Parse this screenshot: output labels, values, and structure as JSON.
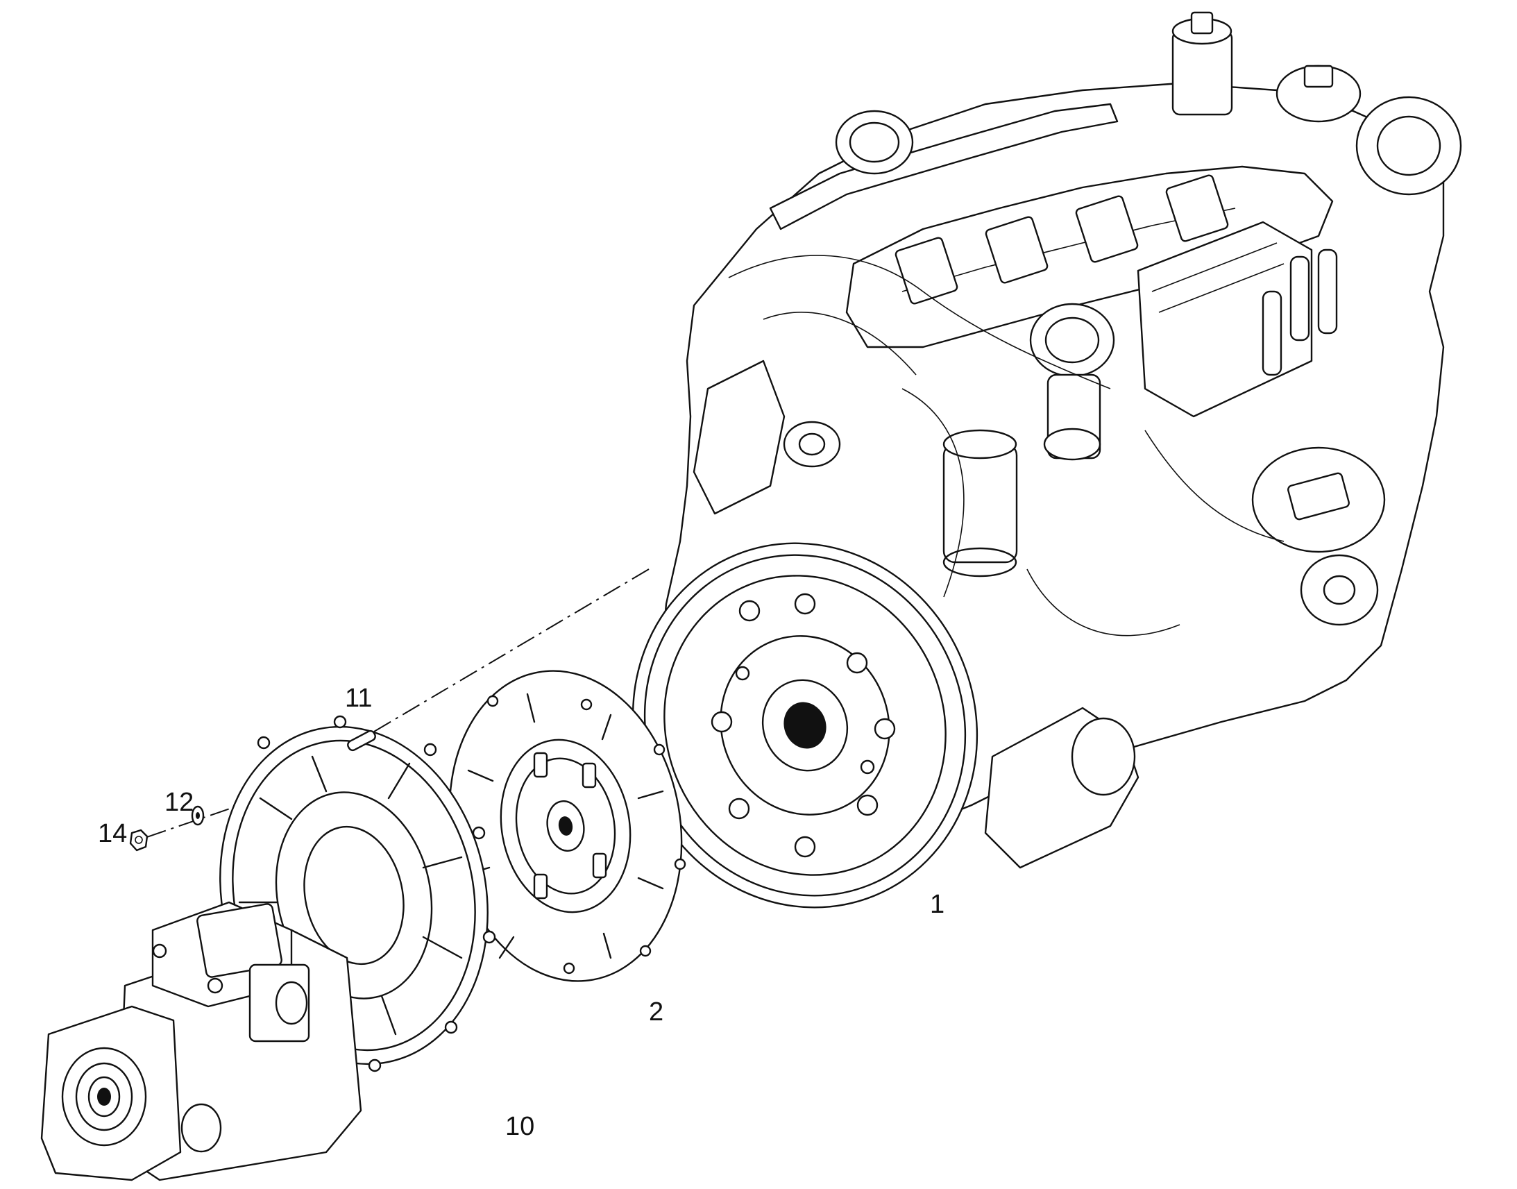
{
  "callouts": [
    {
      "id": "1",
      "label": "1"
    },
    {
      "id": "2",
      "label": "2"
    },
    {
      "id": "10",
      "label": "10"
    },
    {
      "id": "11",
      "label": "11"
    },
    {
      "id": "12",
      "label": "12"
    },
    {
      "id": "14",
      "label": "14"
    }
  ],
  "parts": [
    {
      "id": "engine",
      "icon": "engine-assembly-icon"
    },
    {
      "id": "flywheel",
      "icon": "flywheel-icon"
    },
    {
      "id": "damper-plate",
      "icon": "damper-plate-icon"
    },
    {
      "id": "bell-housing",
      "icon": "bell-housing-icon"
    },
    {
      "id": "hydraulic-pump",
      "icon": "hydraulic-pump-icon"
    },
    {
      "id": "stud",
      "icon": "stud-icon"
    },
    {
      "id": "washer",
      "icon": "washer-icon"
    },
    {
      "id": "nut",
      "icon": "nut-icon"
    }
  ],
  "colors": {
    "line": "#111111",
    "background": "#ffffff"
  }
}
